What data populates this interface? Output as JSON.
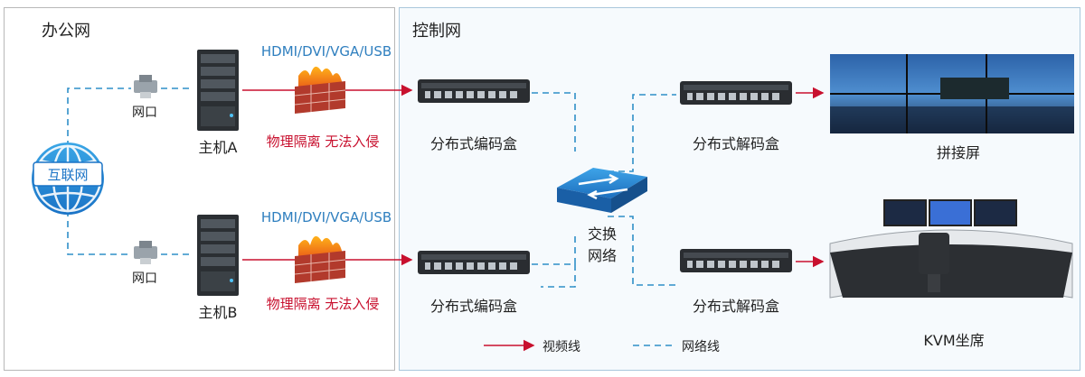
{
  "zones": {
    "office": "办公网",
    "control": "控制网"
  },
  "internet": {
    "label": "互联网"
  },
  "hosts": [
    {
      "label": "主机A",
      "port_label": "网口",
      "signal_label": "HDMI/DVI/VGA/USB",
      "isolation_label": "物理隔离 无法入侵"
    },
    {
      "label": "主机B",
      "port_label": "网口",
      "signal_label": "HDMI/DVI/VGA/USB",
      "isolation_label": "物理隔离 无法入侵"
    }
  ],
  "encoders": [
    {
      "label": "分布式编码盒"
    },
    {
      "label": "分布式编码盒"
    }
  ],
  "decoders": [
    {
      "label": "分布式解码盒"
    },
    {
      "label": "分布式解码盒"
    }
  ],
  "switch": {
    "label_line1": "交换",
    "label_line2": "网络"
  },
  "outputs": {
    "video_wall": "拼接屏",
    "kvm_seat": "KVM坐席"
  },
  "legend": {
    "video_line": "视频线",
    "network_line": "网络线"
  },
  "colors": {
    "video_line": "#c8102e",
    "network_line": "#2f8fc8",
    "accent_blue": "#2f7fbf"
  }
}
